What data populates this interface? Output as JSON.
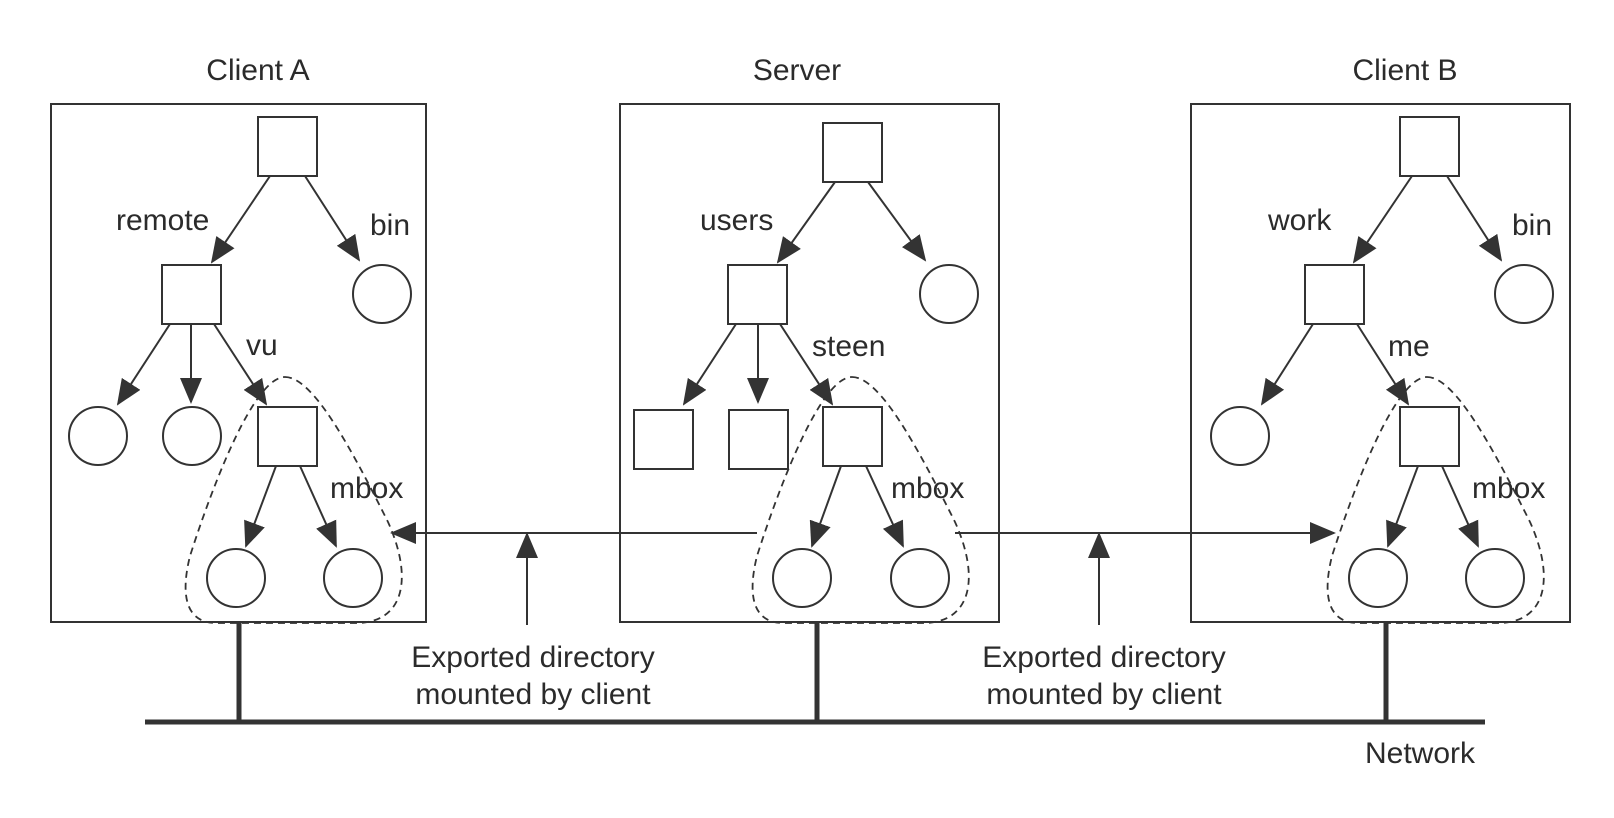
{
  "machines": {
    "client_a": {
      "title": "Client A",
      "edge_labels": [
        "remote",
        "bin",
        "vu",
        "mbox"
      ]
    },
    "server": {
      "title": "Server",
      "edge_labels": [
        "users",
        "steen",
        "mbox"
      ]
    },
    "client_b": {
      "title": "Client B",
      "edge_labels": [
        "work",
        "bin",
        "me",
        "mbox"
      ]
    }
  },
  "annotations": {
    "left": {
      "line1": "Exported directory",
      "line2": "mounted by client"
    },
    "right": {
      "line1": "Exported directory",
      "line2": "mounted by client"
    }
  },
  "network_label": "Network"
}
